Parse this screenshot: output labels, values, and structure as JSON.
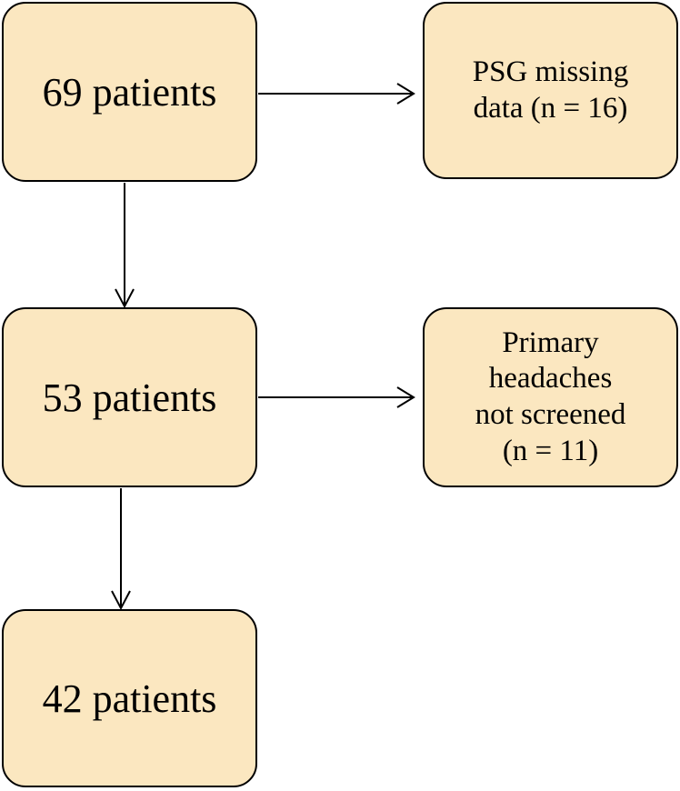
{
  "colors": {
    "box_fill": "#fbe7c0",
    "box_border": "#000000",
    "arrow": "#000000",
    "text": "#000000"
  },
  "nodes": {
    "n1": {
      "text": "69 patients"
    },
    "n2": {
      "text": "53 patients"
    },
    "n3": {
      "text": "42 patients"
    },
    "e1": {
      "text": "PSG missing\ndata (n = 16)"
    },
    "e2": {
      "text": "Primary\nheadaches\nnot screened\n(n = 11)"
    }
  },
  "edges": [
    {
      "from": "n1",
      "to": "e1"
    },
    {
      "from": "n1",
      "to": "n2"
    },
    {
      "from": "n2",
      "to": "e2"
    },
    {
      "from": "n2",
      "to": "n3"
    }
  ]
}
